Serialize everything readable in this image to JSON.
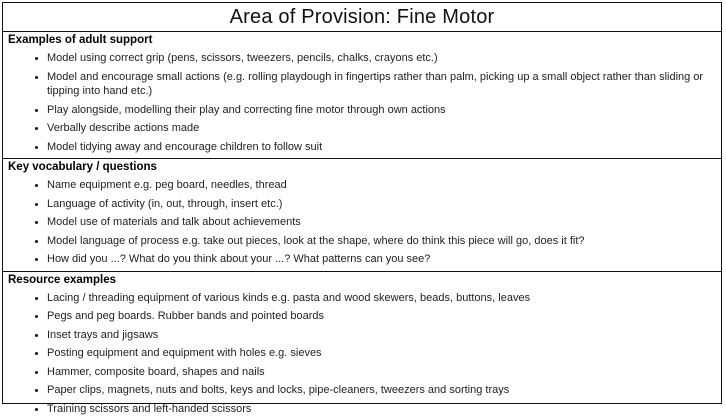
{
  "title": "Area of Provision: Fine Motor",
  "sections": [
    {
      "id": "adult-support",
      "header": "Examples of adult support",
      "items": [
        "Model using correct grip (pens, scissors, tweezers, pencils, chalks, crayons etc.)",
        "Model and encourage small actions (e.g. rolling playdough in fingertips rather than palm, picking up a small object rather than sliding or tipping into hand etc.)",
        "Play alongside, modelling their play and correcting fine motor through own actions",
        "Verbally describe actions made",
        "Model tidying away and encourage children to follow suit"
      ]
    },
    {
      "id": "key-vocabulary",
      "header": "Key vocabulary / questions",
      "items": [
        "Name equipment e.g. peg board, needles, thread",
        "Language of activity (in, out, through, insert etc.)",
        "Model use of materials and talk about achievements",
        "Model language of process e.g. take out pieces, look at the shape, where do think this piece will go, does it fit?",
        "How did you ...? What do you think about your ...? What patterns can you see?"
      ]
    },
    {
      "id": "resource-examples",
      "header": "Resource examples",
      "items": [
        "Lacing / threading equipment of various kinds e.g. pasta and wood skewers, beads, buttons, leaves",
        "Pegs and peg boards. Rubber bands and pointed boards",
        "Inset trays and jigsaws",
        "Posting equipment and equipment with holes e.g. sieves",
        "Hammer, composite board, shapes and nails",
        "Paper clips, magnets, nuts and bolts, keys and locks, pipe-cleaners, tweezers and sorting trays",
        "Training scissors and left-handed scissors"
      ]
    }
  ]
}
